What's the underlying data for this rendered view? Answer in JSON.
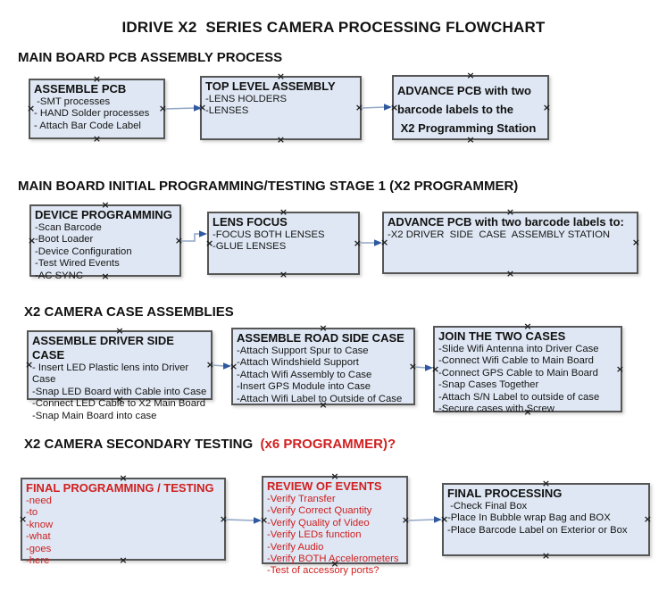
{
  "title": "IDRIVE X2  SERIES CAMERA PROCESSING FLOWCHART",
  "colors": {
    "box_fill": "#dee7f3",
    "box_border": "#565656",
    "red": "#d02020",
    "text": "#111111",
    "connector_line": "#92a7c5",
    "connector_arrow": "#30589f"
  },
  "icons": {
    "anchor_handle": "×"
  },
  "sections": [
    {
      "header": {
        "text": "MAIN BOARD PCB ASSEMBLY PROCESS",
        "red_text": ""
      },
      "boxes": [
        {
          "title": "ASSEMBLE PCB",
          "style": "normal",
          "items": [
            " -SMT processes",
            "- HAND Solder processes",
            "- Attach Bar Code Label"
          ]
        },
        {
          "title": "TOP LEVEL ASSEMBLY",
          "style": "normal",
          "items": [
            "-LENS HOLDERS",
            "-LENSES"
          ]
        },
        {
          "title": "",
          "style": "bold",
          "items": [
            "ADVANCE PCB with two",
            "barcode labels to the",
            " X2 Programming Station"
          ]
        }
      ]
    },
    {
      "header": {
        "text": "MAIN BOARD INITIAL PROGRAMMING/TESTING STAGE 1 (X2 PROGRAMMER)",
        "red_text": ""
      },
      "boxes": [
        {
          "title": "DEVICE PROGRAMMING",
          "style": "normal",
          "items": [
            "-Scan Barcode",
            "-Boot Loader",
            "-Device Configuration",
            "-Test Wired Events",
            "-AC SYNC"
          ]
        },
        {
          "title": "LENS FOCUS",
          "style": "normal",
          "items": [
            "-FOCUS BOTH LENSES",
            "-GLUE LENSES"
          ]
        },
        {
          "title": "ADVANCE PCB with two barcode labels to:",
          "style": "normal",
          "items": [
            "-X2 DRIVER  SIDE  CASE  ASSEMBLY STATION"
          ]
        }
      ]
    },
    {
      "header": {
        "text": "X2 CAMERA CASE ASSEMBLIES",
        "red_text": ""
      },
      "boxes": [
        {
          "title": "ASSEMBLE DRIVER SIDE CASE",
          "style": "normal",
          "items": [
            "- Insert LED Plastic lens into Driver Case",
            "-Snap LED Board with Cable into Case",
            "-Connect LED Cable to X2 Main Board",
            "-Snap Main Board into case"
          ]
        },
        {
          "title": "ASSEMBLE ROAD SIDE CASE",
          "style": "normal",
          "items": [
            "-Attach Support Spur to Case",
            "-Attach Windshield Support",
            "-Attach Wifi Assembly to Case",
            "-Insert GPS Module into Case",
            "-Attach Wifi Label to Outside of Case"
          ]
        },
        {
          "title": "JOIN THE TWO CASES",
          "style": "normal",
          "items": [
            "-Slide Wifi Antenna into Driver Case",
            "-Connect Wifi Cable to Main Board",
            "-Connect GPS Cable to Main Board",
            "-Snap Cases Together",
            "-Attach S/N Label to outside of case",
            "-Secure cases with Screw"
          ]
        }
      ]
    },
    {
      "header": {
        "text": "X2 CAMERA SECONDARY TESTING  ",
        "red_text": "(x6 PROGRAMMER)?"
      },
      "boxes": [
        {
          "title": "FINAL PROGRAMMING / TESTING",
          "style": "red",
          "items": [
            "-need",
            "-to",
            "-know",
            "-what",
            "-goes",
            "-here"
          ]
        },
        {
          "title": "REVIEW OF EVENTS",
          "style": "red",
          "items": [
            "-Verify Transfer",
            "-Verify Correct Quantity",
            "-Verify Quality of Video",
            "-Verify LEDs function",
            "-Verify Audio",
            "-Verify BOTH Accelerometers",
            "-Test of accessory ports?"
          ]
        },
        {
          "title": "FINAL PROCESSING",
          "style": "normal",
          "items": [
            " -Check Final Box",
            "-Place In Bubble wrap Bag and BOX",
            "-Place Barcode Label on Exterior or Box"
          ]
        }
      ]
    }
  ]
}
